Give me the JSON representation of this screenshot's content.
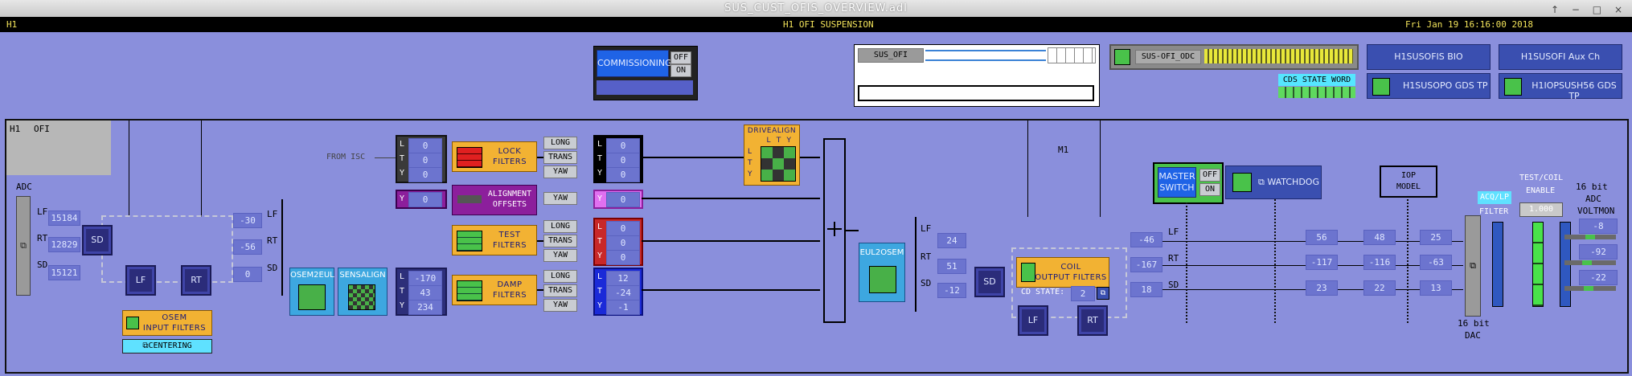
{
  "window": {
    "title": "SUS_CUST_OFIS_OVERVIEW.adl",
    "controls": "↑ − □ ×"
  },
  "header": {
    "left": "H1",
    "center": "H1 OFI SUSPENSION",
    "right": "Fri Jan 19 16:16:00 2018"
  },
  "commissioning": {
    "label": "COMMISSIONING",
    "off": "OFF",
    "on": "ON"
  },
  "guardian": {
    "name": "SUS_OFI"
  },
  "odc": {
    "label": "SUS-OFI_ODC"
  },
  "cds_state_word": {
    "label": "CDS STATE WORD"
  },
  "links": {
    "bio": "H1SUSOFIS BIO",
    "aux": "H1SUSOFI Aux Ch",
    "gds_tp": "H1SUSOPO GDS TP",
    "iop_gds_tp": "H1IOPSUSH56 GDS TP"
  },
  "panel": {
    "title_h1": "H1",
    "title_ofi": "OFI",
    "adc_label": "ADC",
    "from_isc": "FROM ISC",
    "m1": "M1",
    "iop_model": "IOP\nMODEL",
    "iop_l1": "IOP",
    "iop_l2": "MODEL",
    "test_coil_l1": "TEST/COIL",
    "test_coil_l2": "ENABLE",
    "adc16_l1": "16 bit",
    "adc16_l2": "ADC",
    "adc16_l3": "VOLTMON",
    "dac16_l1": "16 bit",
    "dac16_l2": "DAC",
    "acq_lp": "ACQ/LP",
    "filter": "FILTER",
    "enable_value": "1.000"
  },
  "adc": {
    "rows": [
      {
        "name": "LF",
        "value": "15184"
      },
      {
        "name": "RT",
        "value": "12829"
      },
      {
        "name": "SD",
        "value": "15121"
      }
    ]
  },
  "osem_input": {
    "sd": "SD",
    "lf": "LF",
    "rt": "RT",
    "filters_l1": "OSEM",
    "filters_l2": "INPUT FILTERS",
    "centering": "CENTERING",
    "out": [
      {
        "name": "LF",
        "value": "-30"
      },
      {
        "name": "RT",
        "value": "-56"
      },
      {
        "name": "SD",
        "value": "0"
      }
    ]
  },
  "osem2eul": {
    "label": "OSEM2EUL"
  },
  "sensalign": {
    "label": "SENSALIGN"
  },
  "dof_values": [
    {
      "name": "L",
      "value": "-170"
    },
    {
      "name": "T",
      "value": "43"
    },
    {
      "name": "Y",
      "value": "234"
    }
  ],
  "isc_values": [
    {
      "name": "L",
      "value": "0"
    },
    {
      "name": "T",
      "value": "0"
    },
    {
      "name": "Y",
      "value": "0"
    }
  ],
  "lock": {
    "l1": "LOCK",
    "l2": "FILTERS",
    "btns": [
      "LONG",
      "TRANS",
      "YAW"
    ],
    "out": [
      {
        "name": "L",
        "value": "0"
      },
      {
        "name": "T",
        "value": "0"
      },
      {
        "name": "Y",
        "value": "0"
      }
    ]
  },
  "alignment": {
    "l1": "ALIGNMENT",
    "l2": "OFFSETS",
    "in_name": "Y",
    "in_value": "0",
    "btn": "YAW",
    "out_name": "Y",
    "out_value": "0"
  },
  "test": {
    "l1": "TEST",
    "l2": "FILTERS",
    "btns": [
      "LONG",
      "TRANS",
      "YAW"
    ],
    "out": [
      {
        "name": "L",
        "value": "0"
      },
      {
        "name": "T",
        "value": "0"
      },
      {
        "name": "Y",
        "value": "0"
      }
    ]
  },
  "damp": {
    "l1": "DAMP",
    "l2": "FILTERS",
    "btns": [
      "LONG",
      "TRANS",
      "YAW"
    ],
    "out": [
      {
        "name": "L",
        "value": "12"
      },
      {
        "name": "T",
        "value": "-24"
      },
      {
        "name": "Y",
        "value": "-1"
      }
    ]
  },
  "drivealign": {
    "label": "DRIVEALIGN",
    "cols": [
      "L",
      "T",
      "Y"
    ],
    "rows": [
      "L",
      "T",
      "Y"
    ]
  },
  "eul2osem": {
    "label": "EUL2OSEM",
    "out": [
      {
        "name": "LF",
        "value": "24"
      },
      {
        "name": "RT",
        "value": "51"
      },
      {
        "name": "SD",
        "value": "-12"
      }
    ]
  },
  "coil": {
    "sd": "SD",
    "lf": "LF",
    "rt": "RT",
    "l1": "COIL",
    "l2": "OUTPUT FILTERS",
    "cd_state_label": "CD STATE:",
    "cd_state_value": "2"
  },
  "master": {
    "l1": "MASTER",
    "l2": "SWITCH",
    "off": "OFF",
    "on": "ON"
  },
  "watchdog": {
    "label": "WATCHDOG"
  },
  "outputs": {
    "names": [
      "LF",
      "RT",
      "SD"
    ],
    "col1": [
      "-46",
      "-167",
      "18"
    ],
    "col2": [
      "56",
      "-117",
      "23"
    ],
    "col3": [
      "48",
      "-116",
      "22"
    ],
    "col4": [
      "25",
      "-63",
      "13"
    ],
    "voltmon": [
      "-8",
      "-92",
      "-22"
    ]
  }
}
